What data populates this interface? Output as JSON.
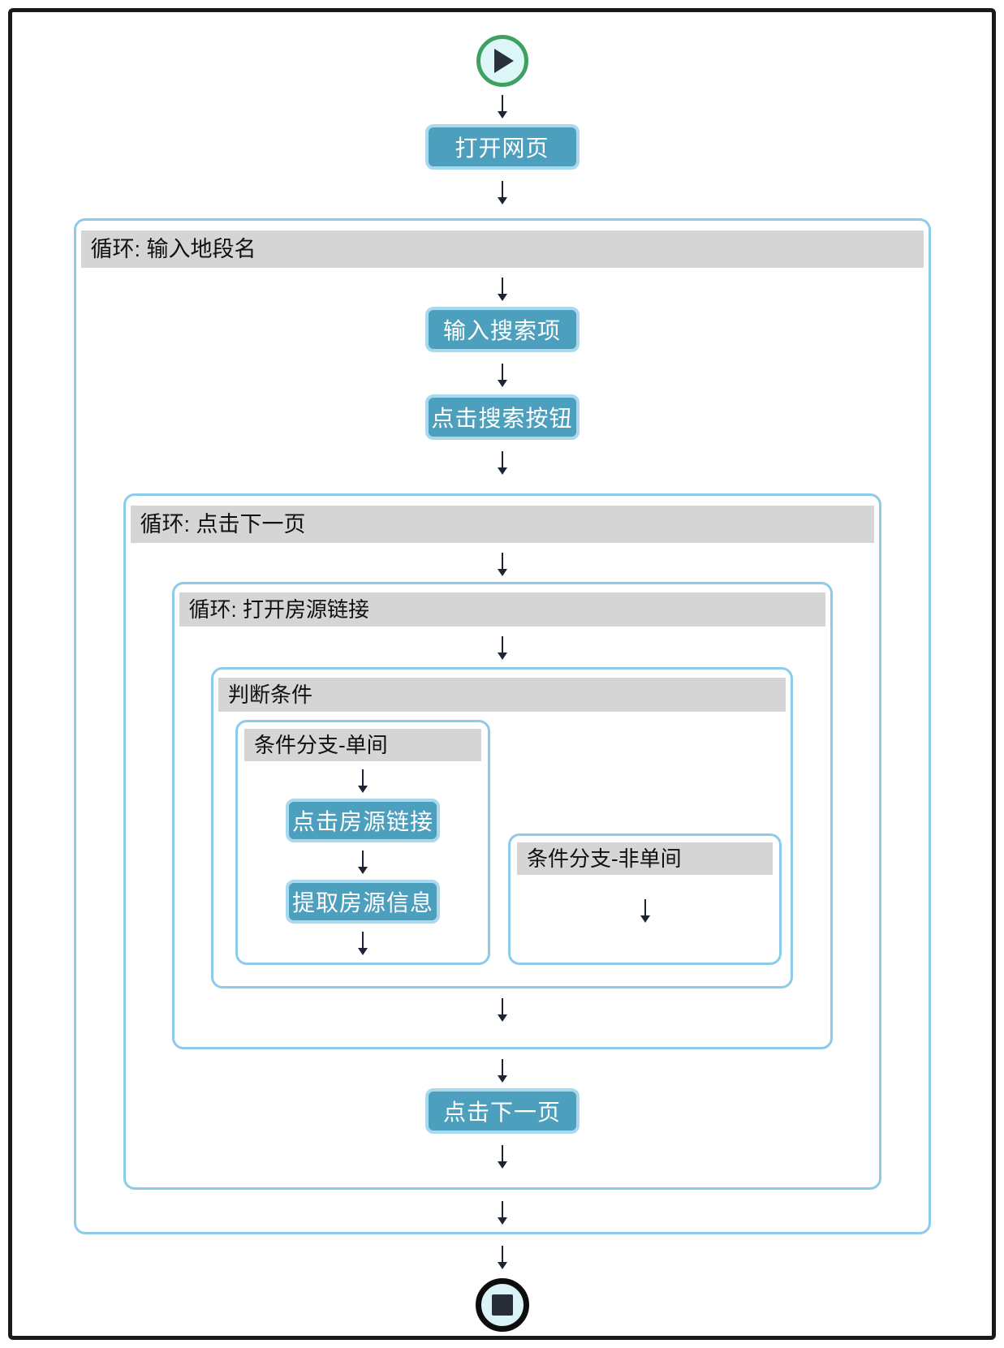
{
  "workflow": {
    "start_label": "start",
    "end_label": "stop",
    "nodes": {
      "open_webpage": "打开网页",
      "input_search": "输入搜索项",
      "click_search": "点击搜索按钮",
      "click_listing": "点击房源链接",
      "extract_listing": "提取房源信息",
      "click_next_page": "点击下一页"
    },
    "containers": {
      "loop_district": "循环: 输入地段名",
      "loop_next_page": "循环: 点击下一页",
      "loop_open_listing": "循环: 打开房源链接",
      "condition": "判断条件",
      "branch_single": "条件分支-单间",
      "branch_not_single": "条件分支-非单间"
    },
    "colors": {
      "node_fill": "#4d9fbe",
      "node_border": "#a9d9ef",
      "container_border": "#8dcbea",
      "header_bg": "#d5d5d5",
      "start_green": "#3fa05f",
      "stop_black": "#0d0d0d",
      "arrow": "#1d2433",
      "frame_border": "#1a1a1a"
    }
  }
}
